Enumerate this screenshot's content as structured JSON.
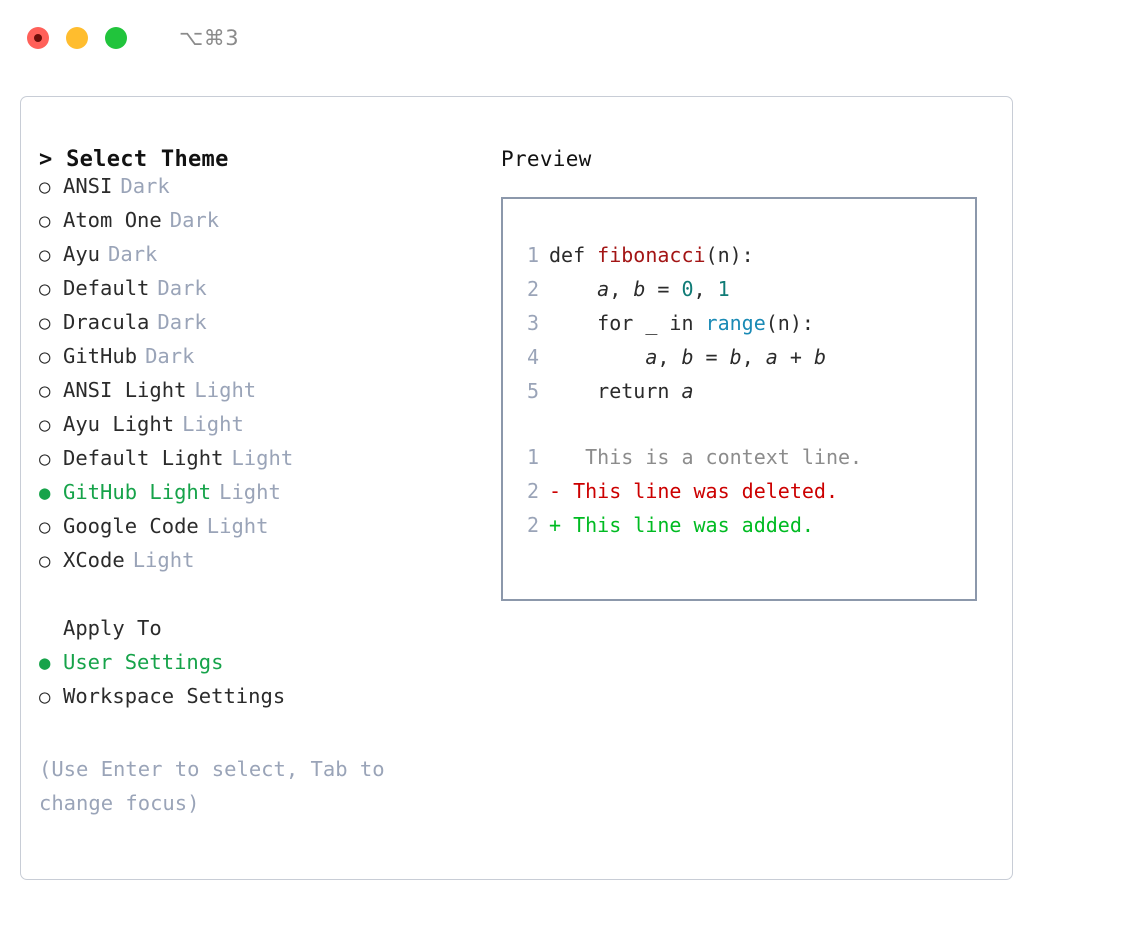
{
  "titlebar": {
    "shortcut": "⌥⌘3",
    "traffic_lights": [
      "close",
      "minimize",
      "zoom"
    ]
  },
  "theme_panel": {
    "title": "> Select Theme",
    "items": [
      {
        "label": "ANSI",
        "variant": "Dark",
        "selected": false,
        "bullet": "○"
      },
      {
        "label": "Atom One",
        "variant": "Dark",
        "selected": false,
        "bullet": "○"
      },
      {
        "label": "Ayu",
        "variant": "Dark",
        "selected": false,
        "bullet": "○"
      },
      {
        "label": "Default",
        "variant": "Dark",
        "selected": false,
        "bullet": "○"
      },
      {
        "label": "Dracula",
        "variant": "Dark",
        "selected": false,
        "bullet": "○"
      },
      {
        "label": "GitHub",
        "variant": "Dark",
        "selected": false,
        "bullet": "○"
      },
      {
        "label": "ANSI Light",
        "variant": "Light",
        "selected": false,
        "bullet": "○"
      },
      {
        "label": "Ayu Light",
        "variant": "Light",
        "selected": false,
        "bullet": "○"
      },
      {
        "label": "Default Light",
        "variant": "Light",
        "selected": false,
        "bullet": "○"
      },
      {
        "label": "GitHub Light",
        "variant": "Light",
        "selected": true,
        "bullet": "●"
      },
      {
        "label": "Google Code",
        "variant": "Light",
        "selected": false,
        "bullet": "○"
      },
      {
        "label": "XCode",
        "variant": "Light",
        "selected": false,
        "bullet": "○"
      }
    ]
  },
  "apply_to": {
    "title": "Apply To",
    "items": [
      {
        "label": "User Settings",
        "selected": true,
        "bullet": "●"
      },
      {
        "label": "Workspace Settings",
        "selected": false,
        "bullet": "○"
      }
    ]
  },
  "hint": "(Use Enter to select, Tab to change focus)",
  "preview": {
    "title": "Preview",
    "code_lines": [
      {
        "no": "1",
        "parts": [
          {
            "t": "def ",
            "c": "plain"
          },
          {
            "t": "fibonacci",
            "c": "fn"
          },
          {
            "t": "(n):",
            "c": "plain"
          }
        ]
      },
      {
        "no": "2",
        "parts": [
          {
            "t": "    ",
            "c": "plain"
          },
          {
            "t": "a",
            "c": "var"
          },
          {
            "t": ", ",
            "c": "plain"
          },
          {
            "t": "b",
            "c": "var"
          },
          {
            "t": " = ",
            "c": "plain"
          },
          {
            "t": "0",
            "c": "num"
          },
          {
            "t": ", ",
            "c": "plain"
          },
          {
            "t": "1",
            "c": "num"
          }
        ]
      },
      {
        "no": "3",
        "parts": [
          {
            "t": "    for _ in ",
            "c": "plain"
          },
          {
            "t": "range",
            "c": "call"
          },
          {
            "t": "(n):",
            "c": "plain"
          }
        ]
      },
      {
        "no": "4",
        "parts": [
          {
            "t": "        ",
            "c": "plain"
          },
          {
            "t": "a",
            "c": "var"
          },
          {
            "t": ", ",
            "c": "plain"
          },
          {
            "t": "b",
            "c": "var"
          },
          {
            "t": " = ",
            "c": "plain"
          },
          {
            "t": "b",
            "c": "var"
          },
          {
            "t": ", ",
            "c": "plain"
          },
          {
            "t": "a",
            "c": "var"
          },
          {
            "t": " + ",
            "c": "plain"
          },
          {
            "t": "b",
            "c": "var"
          }
        ]
      },
      {
        "no": "5",
        "parts": [
          {
            "t": "    return ",
            "c": "plain"
          },
          {
            "t": "a",
            "c": "var"
          }
        ]
      }
    ],
    "diff_lines": [
      {
        "no": "1",
        "marker": " ",
        "text": "  This is a context line.",
        "kind": "ctx"
      },
      {
        "no": "2",
        "marker": "-",
        "text": " This line was deleted.",
        "kind": "del"
      },
      {
        "no": "2",
        "marker": "+",
        "text": " This line was added.",
        "kind": "add"
      }
    ]
  },
  "colors": {
    "selection_green": "#16a34a",
    "diff_delete": "#cc0000",
    "diff_add": "#00bb22",
    "muted": "#9aa4b8",
    "function_red": "#a31515",
    "number_teal": "#0f7b76",
    "call_blue": "#1a8ab5",
    "preview_border": "#8c98ab",
    "window_border": "#c8cdd6"
  }
}
